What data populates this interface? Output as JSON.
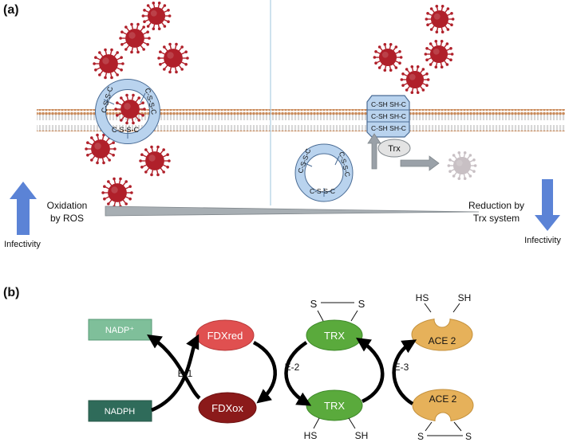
{
  "panel_a": {
    "label": "(a)",
    "left": {
      "ring_texts": [
        "C-S-S-C",
        "C-S-S-C",
        "C-S-S-C"
      ],
      "arrow_caption_1": "Oxidation",
      "arrow_caption_2": "by ROS",
      "infectivity": "Infectivity"
    },
    "right": {
      "channel_rows": [
        "C-SH SH-C",
        "C-SH SH-C",
        "C-SH SH-C"
      ],
      "ring_texts": [
        "C-S-S-C",
        "C-S-S-C",
        "C-S-S-C"
      ],
      "trx_label": "Trx",
      "arrow_caption_1": "Reduction by",
      "arrow_caption_2": "Trx system",
      "infectivity": "Infectivity"
    },
    "colors": {
      "virus": "#b0202a",
      "ring": "#b9d3ee",
      "up_arrow": "#5b83d6",
      "grey_arrow": "#9aa1a8",
      "wedge": "#a7aeb3"
    }
  },
  "panel_b": {
    "label": "(b)",
    "nadp_plus": "NADP⁺",
    "nadph": "NADPH",
    "fdx_red": "FDXred",
    "fdx_ox": "FDXox",
    "trx_top": "TRX",
    "trx_bottom": "TRX",
    "ace_top": "ACE 2",
    "ace_bottom": "ACE 2",
    "enzyme_1": "E-1",
    "enzyme_2": "E-2",
    "enzyme_3": "E-3",
    "s": "S",
    "hs": "HS",
    "sh": "SH",
    "colors": {
      "nadp_plus": "#7fbf9a",
      "nadph": "#2f6b5a",
      "fdx_red": "#e05050",
      "fdx_ox": "#8b1a1a",
      "trx": "#5aaa3c",
      "ace": "#e6b15a"
    }
  }
}
